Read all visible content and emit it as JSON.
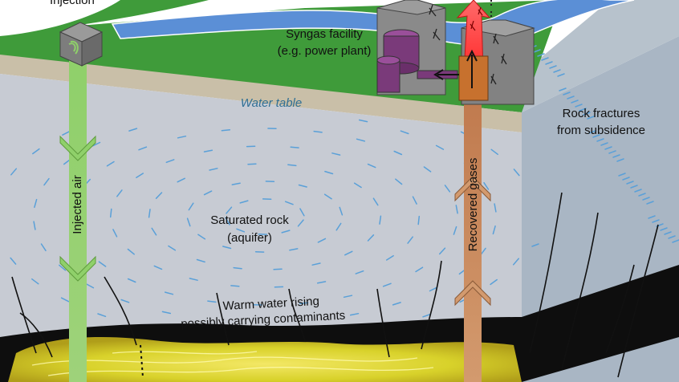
{
  "labels": {
    "injection": "Injection",
    "syngas_line1": "Syngas facility",
    "syngas_line2": "(e.g. power plant)",
    "water_table": "Water table",
    "fractures_line1": "Rock fractures",
    "fractures_line2": "from subsidence",
    "injected_air": "Injected air",
    "recovered_gases": "Recovered gases",
    "aquifer_line1": "Saturated rock",
    "aquifer_line2": "(aquifer)",
    "warm_line1": "Warm water rising",
    "warm_line2": "possibly carrying contaminants"
  },
  "colors": {
    "sky": "#ffffff",
    "grass": "#3f9b3a",
    "river": "#5b8fd6",
    "soil": "#c9bfa8",
    "aquifer": "#c7cbd3",
    "side_face": "#a9b6c4",
    "coal_seam": "#111111",
    "gasified_zone": "#e3dc2c",
    "air_arrow": "#8fd06a",
    "gas_arrow": "#c8835a",
    "syngas_plume": "#ff2a2a",
    "facility_tank": "#7a3a7a",
    "building": "#7d7d7d",
    "water_dashes": "#5aa0d8"
  },
  "icons": {
    "injection_box": "injection-box-icon",
    "tank": "storage-tank-icon",
    "building": "industrial-building-icon"
  }
}
